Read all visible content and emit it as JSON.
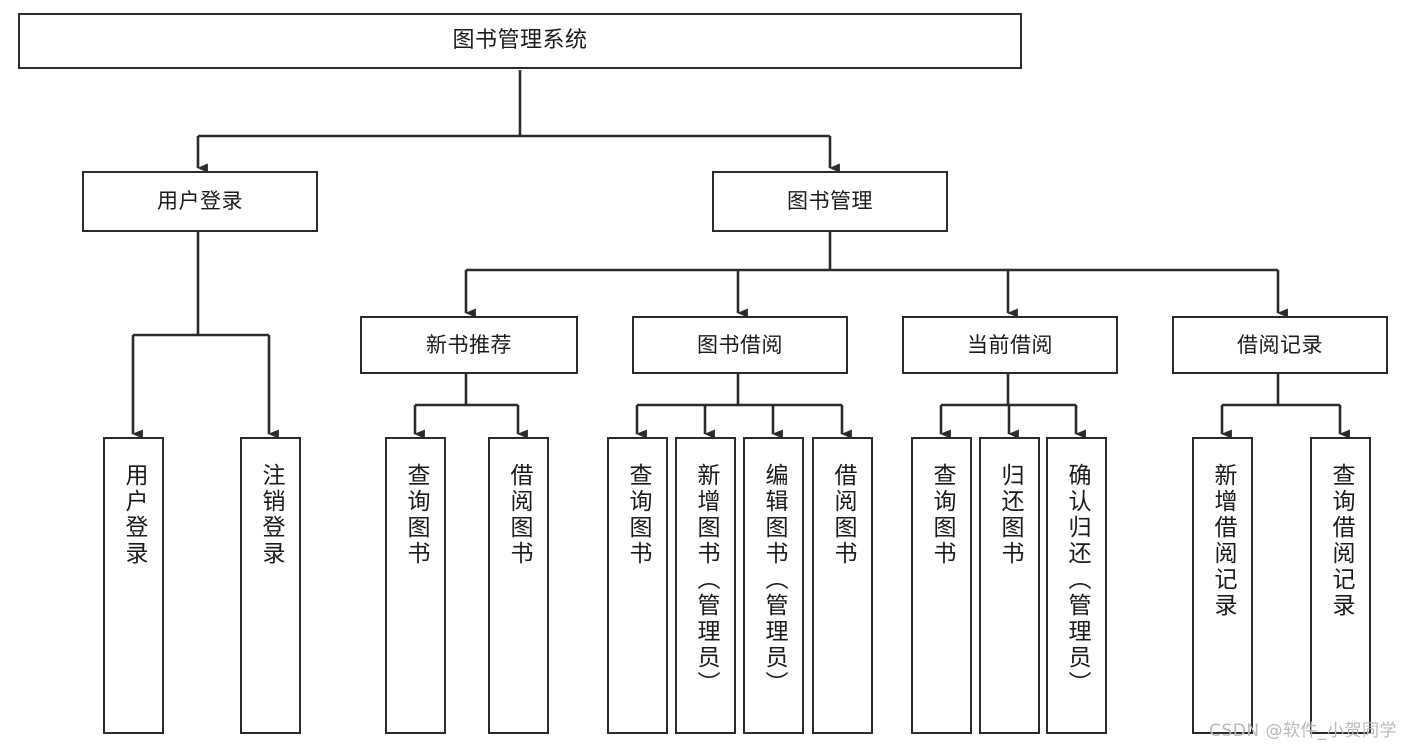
{
  "diagram": {
    "type": "tree",
    "title": "图书管理系统",
    "watermark": "CSDN @软件_小贺同学",
    "colors": {
      "box_border": "#2b2b2b",
      "box_fill": "#ffffff",
      "line": "#2b2b2b",
      "text": "#1a1a1a",
      "watermark": "#b9b9b9",
      "background": "#ffffff"
    },
    "root": {
      "label": "图书管理系统"
    },
    "level2": [
      {
        "label": "用户登录"
      },
      {
        "label": "图书管理"
      }
    ],
    "level3": [
      {
        "label": "新书推荐"
      },
      {
        "label": "图书借阅"
      },
      {
        "label": "当前借阅"
      },
      {
        "label": "借阅记录"
      }
    ],
    "leaves": {
      "user_login": [
        {
          "label": "用户登录"
        },
        {
          "label": "注销登录"
        }
      ],
      "new_book_recommend": [
        {
          "label": "查询图书"
        },
        {
          "label": "借阅图书"
        }
      ],
      "book_borrow": [
        {
          "label": "查询图书"
        },
        {
          "label": "新增图书（管理员）"
        },
        {
          "label": "编辑图书（管理员）"
        },
        {
          "label": "借阅图书"
        }
      ],
      "current_borrow": [
        {
          "label": "查询图书"
        },
        {
          "label": "归还图书"
        },
        {
          "label": "确认归还（管理员）"
        }
      ],
      "borrow_record": [
        {
          "label": "新增借阅记录"
        },
        {
          "label": "查询借阅记录"
        }
      ]
    }
  }
}
